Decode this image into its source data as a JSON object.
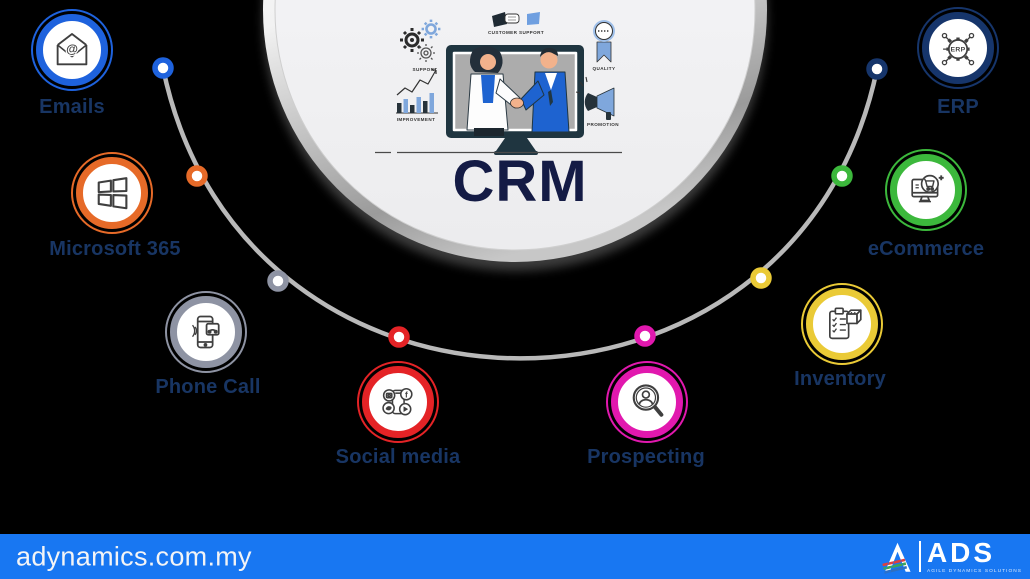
{
  "center": {
    "title": "CRM",
    "captions": {
      "support": "SUPPORT",
      "customer_support": "CUSTOMER SUPPORT",
      "quality": "QUALITY",
      "improvement": "IMPROVEMENT",
      "promotion": "PROMOTION"
    }
  },
  "nodes": [
    {
      "id": "emails",
      "label": "Emails",
      "color": "#1E62DD",
      "icon": "envelope-at-icon",
      "glyph": "@"
    },
    {
      "id": "microsoft-365",
      "label": "Microsoft 365",
      "color": "#E66A28",
      "icon": "windows-icon"
    },
    {
      "id": "phone-call",
      "label": "Phone Call",
      "color": "#8E93A3",
      "icon": "smartphone-call-icon"
    },
    {
      "id": "social-media",
      "label": "Social media",
      "color": "#E42326",
      "icon": "social-apps-icon",
      "glyph_f": "f"
    },
    {
      "id": "prospecting",
      "label": "Prospecting",
      "color": "#E118AE",
      "icon": "search-person-icon"
    },
    {
      "id": "inventory",
      "label": "Inventory",
      "color": "#EACA36",
      "icon": "clipboard-box-icon"
    },
    {
      "id": "ecommerce",
      "label": "eCommerce",
      "color": "#3CB83C",
      "icon": "monitor-cart-icon"
    },
    {
      "id": "erp",
      "label": "ERP",
      "color": "#16356B",
      "icon": "erp-gear-icon",
      "gear_text": "ERP"
    }
  ],
  "footer": {
    "website": "adynamics.com.my",
    "bar_color": "#1877F2",
    "logo": {
      "abbr": "ADS",
      "tagline": "AGILE DYNAMICS SOLUTIONS"
    }
  },
  "colors": {
    "label_text": "#183563",
    "crm_text": "#141B45",
    "arc": "#B9B9B9",
    "monitor_frame": "#1F3540",
    "illustration_blue": "#1E63D0"
  }
}
